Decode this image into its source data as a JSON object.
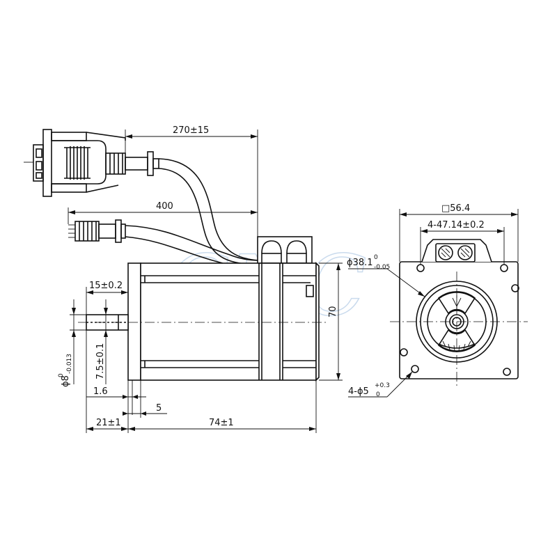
{
  "watermark": "CNC",
  "dimensions": {
    "cable_270": "270±15",
    "cable_400": "400",
    "shaft_15": "15±0.2",
    "shaft_dia": "ϕ8",
    "shaft_dia_tol_upper": "0",
    "shaft_dia_tol_lower": "-0.013",
    "flat_7_5": "7.5±0.1",
    "d_1_6": "1.6",
    "d_5": "5",
    "d_21": "21±1",
    "d_74": "74±1",
    "d_70": "70",
    "square_56_4": "□56.4",
    "hole_spacing": "4-47.14±0.2",
    "pilot_dia": "ϕ38.1",
    "pilot_tol_upper": "0",
    "pilot_tol_lower": "-0.05",
    "holes_dia": "4-ϕ5",
    "holes_tol_upper": "+0.3",
    "holes_tol_lower": "0"
  }
}
